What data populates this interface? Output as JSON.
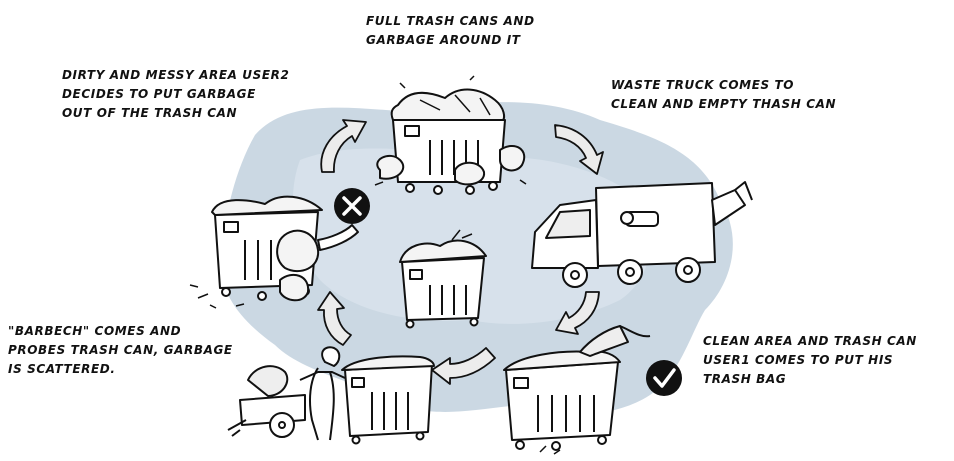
{
  "captions": {
    "full": "Full trash cans and\ngarbage around it",
    "dirty": "Dirty and messy area user2\ndecides to put garbage\nout of the trash can",
    "truck": "Waste truck comes to\nclean and empty thash can",
    "barbech": "\"barbech\" comes and\nprobes trash can, garbage\nis scattered.",
    "clean": "Clean area and trash can\nuser1 comes to put his\ntrash bag"
  },
  "colors": {
    "background_blob": "#c8d6e2",
    "ink": "#111111",
    "badge": "#111111",
    "badge_mark": "#ffffff"
  },
  "icons": {
    "reject_badge": "x-icon",
    "accept_badge": "check-icon"
  }
}
